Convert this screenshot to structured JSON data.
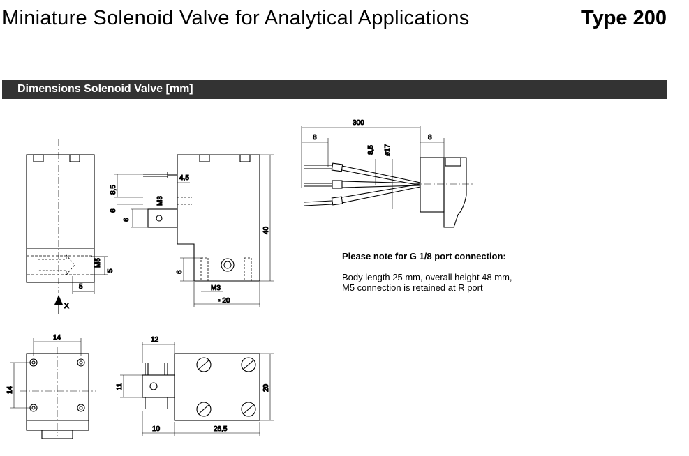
{
  "header": {
    "title": "Miniature Solenoid Valve for Analytical Applications",
    "type_label": "Type 200"
  },
  "section": {
    "title": "Dimensions Solenoid Valve [mm]"
  },
  "note": {
    "heading": "Please note for G 1/8 port connection:",
    "line1": "Body length 25 mm, overall height 48 mm,",
    "line2": "M5 connection is retained at R port"
  },
  "dimensions": {
    "d300": "300",
    "d8_left": "8",
    "d8_right": "8",
    "d85_top": "8,5",
    "d17": "ø17",
    "d45": "4,5",
    "d85_side": "8,5",
    "dM3_top": "M3",
    "d6_a": "6",
    "d6_b": "6",
    "d40": "40",
    "d6_c": "6",
    "dM3_bottom": "M3",
    "d20_square": "▫ 20",
    "dM5": "M5",
    "d5_side": "5",
    "d5_bottom": "5",
    "x_label": "X",
    "d14_top": "14",
    "d14_side": "14",
    "d12": "12",
    "d11": "11",
    "d20_right": "20",
    "d10": "10",
    "d265": "26,5"
  }
}
